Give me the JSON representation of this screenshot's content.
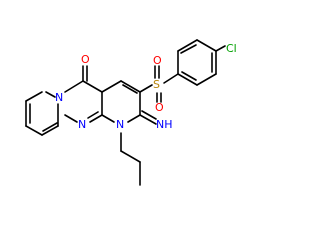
{
  "molecule": {
    "atoms": {
      "carbonyl_oxygen": "O",
      "sulfonyl_sulfur": "S",
      "sulfonyl_oxygen_upper": "O",
      "sulfonyl_oxygen_lower": "O",
      "chlorine": "Cl",
      "pyridine_nitrogen": "N",
      "pyrimidine_nitrogen": "N",
      "ring_nitrogen": "N",
      "imine": "NH"
    },
    "colors": {
      "bond": "#000000",
      "oxygen": "#ff0000",
      "nitrogen": "#0000ff",
      "sulfur": "#b8860b",
      "chlorine": "#00a000",
      "carbon_text": "#000000"
    }
  }
}
